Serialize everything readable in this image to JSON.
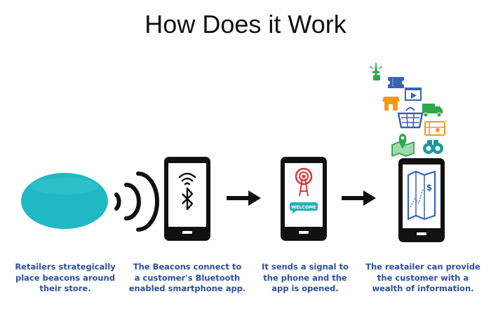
{
  "title": "How Does it Work",
  "colors": {
    "beacon": "#1fb8c4",
    "caption": "#2b4f9e",
    "phone": "#111111",
    "icon_orange": "#f39a1e",
    "icon_green": "#2ea84a",
    "icon_blue": "#3763b4",
    "icon_teal": "#1b9a9a",
    "signal_red": "#e2313b",
    "bubble_teal": "#21b3b3"
  },
  "phone2": {
    "bubble_text": "WELCOME"
  },
  "phone3": {
    "map_symbol": "$"
  },
  "icons": [
    "tap-icon",
    "ticket-icon",
    "video-icon",
    "storefront-icon",
    "delivery-truck-icon",
    "shopping-basket-icon",
    "gift-card-icon",
    "map-pin-icon",
    "binoculars-icon"
  ],
  "steps": [
    {
      "lines": [
        "Retailers strategically",
        "place beacons around",
        "their store."
      ]
    },
    {
      "lines": [
        "The Beacons connect to",
        "a customer's Bluetooth",
        "enabled smartphone app."
      ]
    },
    {
      "lines": [
        "It sends a signal to",
        "the phone and the",
        "app is opened."
      ]
    },
    {
      "lines": [
        "The reatailer can provide",
        "the customer with a",
        "wealth of information."
      ]
    }
  ]
}
